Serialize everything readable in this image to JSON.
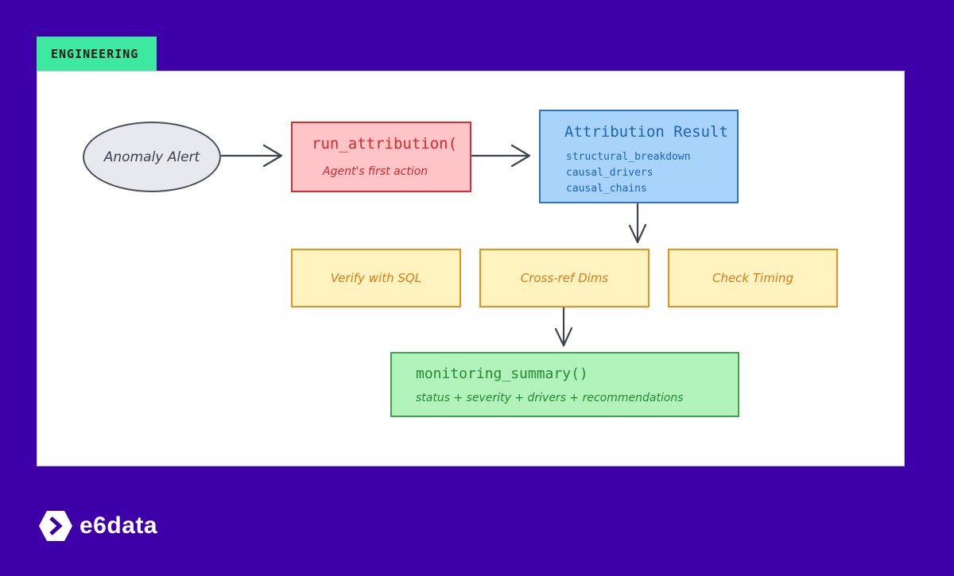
{
  "tag": {
    "label": "ENGINEERING"
  },
  "diagram": {
    "anomaly_alert": "Anomaly Alert",
    "run_attribution": {
      "title": "run_attribution(",
      "subtitle": "Agent's first action"
    },
    "attribution_result": {
      "title": "Attribution Result",
      "items": [
        "structural_breakdown",
        "causal_drivers",
        "causal_chains"
      ]
    },
    "checks": [
      "Verify with SQL",
      "Cross-ref Dims",
      "Check Timing"
    ],
    "monitoring_summary": {
      "title": "monitoring_summary()",
      "subtitle": "status + severity + drivers + recommendations"
    }
  },
  "brand": {
    "name": "e6data"
  },
  "colors": {
    "background": "#3d00a8",
    "tag": "#3de8a0",
    "red_fill": "#ffc4c8",
    "blue_fill": "#a8d4fb",
    "yellow_fill": "#fff3c0",
    "green_fill": "#b2f2bb"
  }
}
